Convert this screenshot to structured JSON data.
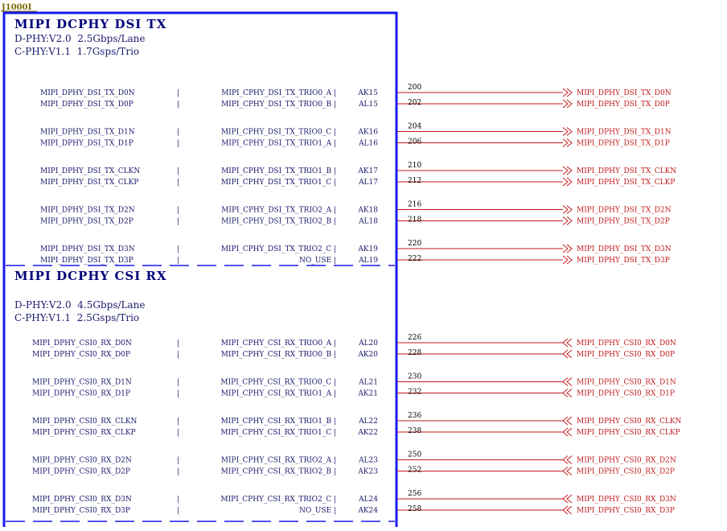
{
  "ref_designator": "J1000I",
  "sections": [
    {
      "title": "MIPI DCPHY DSI TX",
      "specs": [
        "D-PHY:V2.0  2.5Gbps/Lane",
        "C-PHY:V1.1  1.7Gsps/Trio"
      ],
      "direction": "out",
      "groups": [
        [
          {
            "dphy": "MIPI_DPHY_DSI_TX_D0N",
            "cphy": "MIPI_CPHY_DSI_TX_TRIO0_A |",
            "ball": "AK15",
            "pin": "200",
            "net": "MIPI_DPHY_DSI_TX_D0N"
          },
          {
            "dphy": "MIPI_DPHY_DSI_TX_D0P",
            "cphy": "MIPI_CPHY_DSI_TX_TRIO0_B |",
            "ball": "AL15",
            "pin": "202",
            "net": "MIPI_DPHY_DSI_TX_D0P"
          }
        ],
        [
          {
            "dphy": "MIPI_DPHY_DSI_TX_D1N",
            "cphy": "MIPI_CPHY_DSI_TX_TRIO0_C |",
            "ball": "AK16",
            "pin": "204",
            "net": "MIPI_DPHY_DSI_TX_D1N"
          },
          {
            "dphy": "MIPI_DPHY_DSI_TX_D1P",
            "cphy": "MIPI_CPHY_DSI_TX_TRIO1_A |",
            "ball": "AL16",
            "pin": "206",
            "net": "MIPI_DPHY_DSI_TX_D1P"
          }
        ],
        [
          {
            "dphy": "MIPI_DPHY_DSI_TX_CLKN",
            "cphy": "MIPI_CPHY_DSI_TX_TRIO1_B |",
            "ball": "AK17",
            "pin": "210",
            "net": "MIPI_DPHY_DSI_TX_CLKN"
          },
          {
            "dphy": "MIPI_DPHY_DSI_TX_CLKP",
            "cphy": "MIPI_CPHY_DSI_TX_TRIO1_C |",
            "ball": "AL17",
            "pin": "212",
            "net": "MIPI_DPHY_DSI_TX_CLKP"
          }
        ],
        [
          {
            "dphy": "MIPI_DPHY_DSI_TX_D2N",
            "cphy": "MIPI_CPHY_DSI_TX_TRIO2_A |",
            "ball": "AK18",
            "pin": "216",
            "net": "MIPI_DPHY_DSI_TX_D2N"
          },
          {
            "dphy": "MIPI_DPHY_DSI_TX_D2P",
            "cphy": "MIPI_CPHY_DSI_TX_TRIO2_B |",
            "ball": "AL18",
            "pin": "218",
            "net": "MIPI_DPHY_DSI_TX_D2P"
          }
        ],
        [
          {
            "dphy": "MIPI_DPHY_DSI_TX_D3N",
            "cphy": "MIPI_CPHY_DSI_TX_TRIO2_C |",
            "ball": "AK19",
            "pin": "220",
            "net": "MIPI_DPHY_DSI_TX_D3N"
          },
          {
            "dphy": "MIPI_DPHY_DSI_TX_D3P",
            "cphy": "NO_USE |",
            "ball": "AL19",
            "pin": "222",
            "net": "MIPI_DPHY_DSI_TX_D3P"
          }
        ]
      ]
    },
    {
      "title": "MIPI DCPHY CSI RX",
      "specs": [
        "D-PHY:V2.0  4.5Gbps/Lane",
        "C-PHY:V1.1  2.5Gsps/Trio"
      ],
      "direction": "in",
      "groups": [
        [
          {
            "dphy": "MIPI_DPHY_CSI0_RX_D0N",
            "cphy": "MIPI_CPHY_CSI_RX_TRIO0_A |",
            "ball": "AL20",
            "pin": "226",
            "net": "MIPI_DPHY_CSI0_RX_D0N"
          },
          {
            "dphy": "MIPI_DPHY_CSI0_RX_D0P",
            "cphy": "MIPI_CPHY_CSI_RX_TRIO0_B |",
            "ball": "AK20",
            "pin": "228",
            "net": "MIPI_DPHY_CSI0_RX_D0P"
          }
        ],
        [
          {
            "dphy": "MIPI_DPHY_CSI0_RX_D1N",
            "cphy": "MIPI_CPHY_CSI_RX_TRIO0_C |",
            "ball": "AL21",
            "pin": "230",
            "net": "MIPI_DPHY_CSI0_RX_D1N"
          },
          {
            "dphy": "MIPI_DPHY_CSI0_RX_D1P",
            "cphy": "MIPI_CPHY_CSI_RX_TRIO1_A |",
            "ball": "AK21",
            "pin": "232",
            "net": "MIPI_DPHY_CSI0_RX_D1P"
          }
        ],
        [
          {
            "dphy": "MIPI_DPHY_CSI0_RX_CLKN",
            "cphy": "MIPI_CPHY_CSI_RX_TRIO1_B |",
            "ball": "AL22",
            "pin": "236",
            "net": "MIPI_DPHY_CSI0_RX_CLKN"
          },
          {
            "dphy": "MIPI_DPHY_CSI0_RX_CLKP",
            "cphy": "MIPI_CPHY_CSI_RX_TRIO1_C |",
            "ball": "AK22",
            "pin": "238",
            "net": "MIPI_DPHY_CSI0_RX_CLKP"
          }
        ],
        [
          {
            "dphy": "MIPI_DPHY_CSI0_RX_D2N",
            "cphy": "MIPI_CPHY_CSI_RX_TRIO2_A |",
            "ball": "AL23",
            "pin": "250",
            "net": "MIPI_DPHY_CSI0_RX_D2N"
          },
          {
            "dphy": "MIPI_DPHY_CSI0_RX_D2P",
            "cphy": "MIPI_CPHY_CSI_RX_TRIO2_B |",
            "ball": "AK23",
            "pin": "252",
            "net": "MIPI_DPHY_CSI0_RX_D2P"
          }
        ],
        [
          {
            "dphy": "MIPI_DPHY_CSI0_RX_D3N",
            "cphy": "MIPI_CPHY_CSI_RX_TRIO2_C |",
            "ball": "AL24",
            "pin": "256",
            "net": "MIPI_DPHY_CSI0_RX_D3N"
          },
          {
            "dphy": "MIPI_DPHY_CSI0_RX_D3P",
            "cphy": "NO_USE |",
            "ball": "AK24",
            "pin": "258",
            "net": "MIPI_DPHY_CSI0_RX_D3P"
          }
        ]
      ]
    }
  ],
  "colors": {
    "symbol_border": "#1a1aee",
    "symbol_title": "#00007a",
    "symbol_text": "#1a1a6e",
    "wire": "#c41a1a",
    "net_label": "#c41a1a",
    "ref_designator": "#7a6a00",
    "pin_number": "#000000"
  }
}
